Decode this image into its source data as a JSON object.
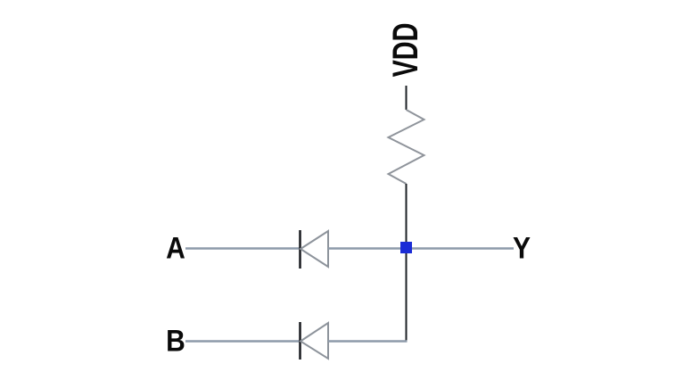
{
  "circuit": {
    "labels": {
      "power": "VDD",
      "input_a": "A",
      "input_b": "B",
      "output": "Y"
    },
    "colors": {
      "background": "#ffffff",
      "signal_wire": "#8d9aaa",
      "power_wire": "#1d2126",
      "resistor_stroke": "#8f949b",
      "diode_triangle_stroke": "#8d939b",
      "diode_bar": "#17191d",
      "junction_node": "#1b2cd6",
      "label_text": "#0a0a0a"
    }
  }
}
